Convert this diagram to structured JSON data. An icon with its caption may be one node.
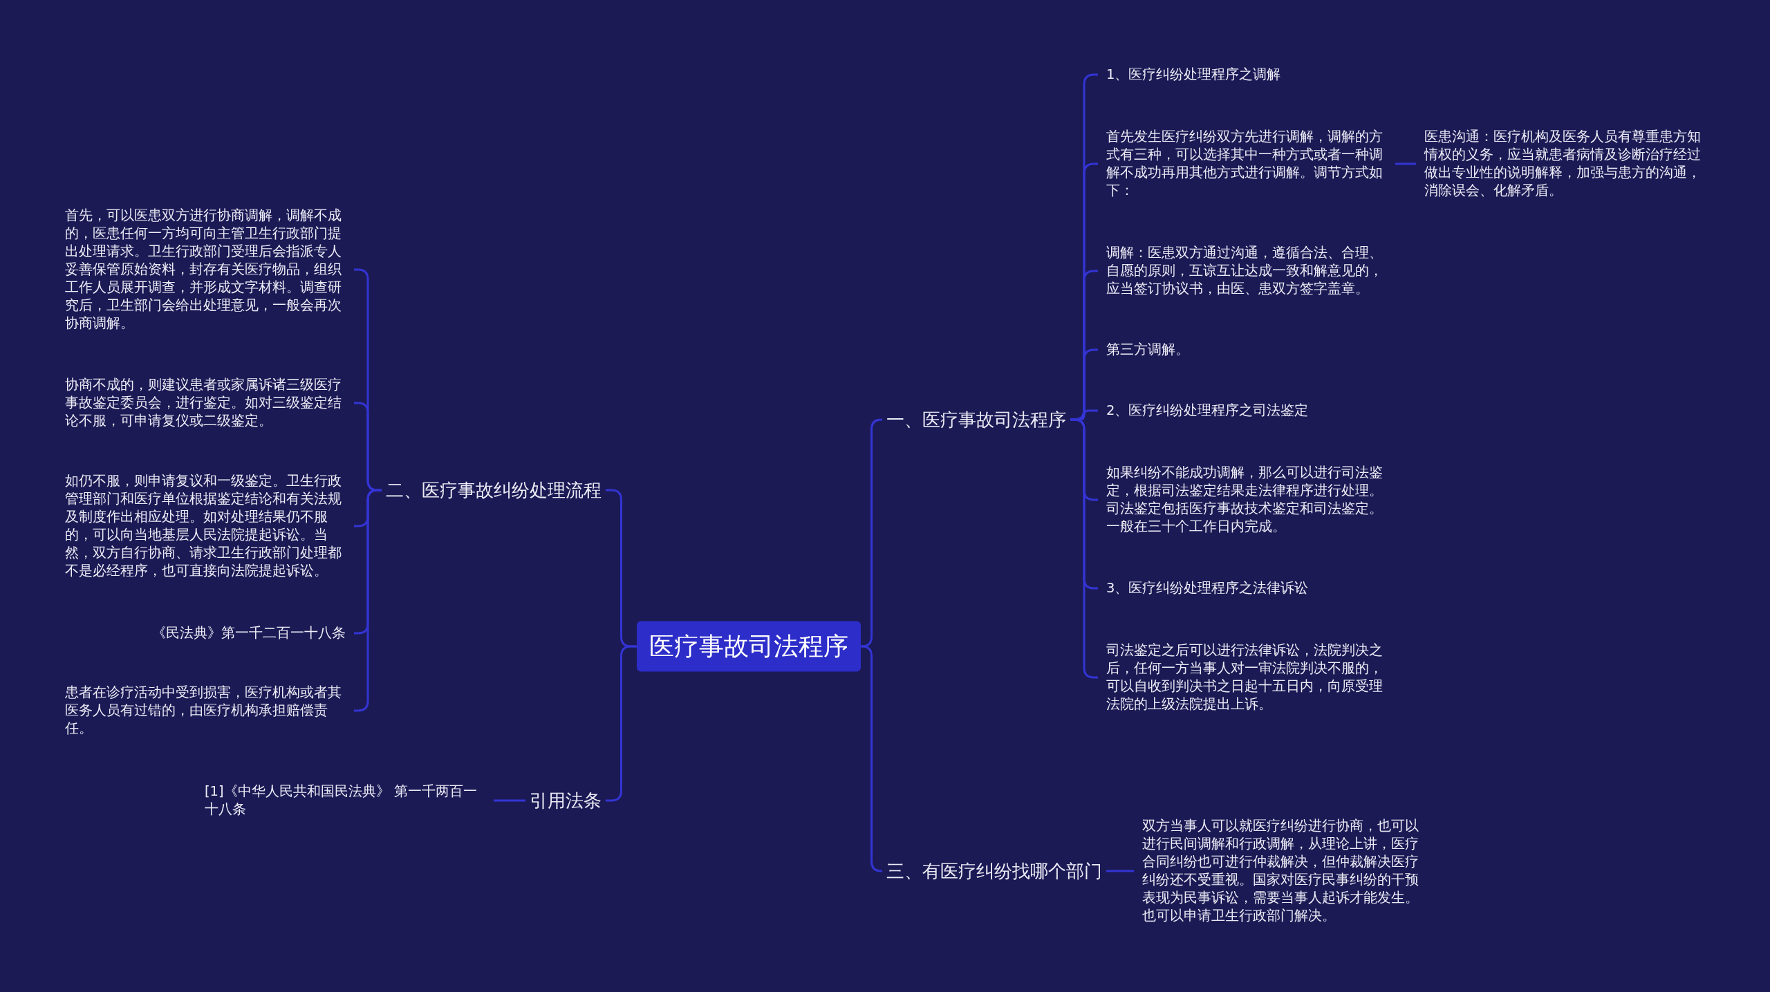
{
  "diagram": {
    "nodes": [
      {
        "text": [
          "医疗事故司法程序"
        ]
      },
      {
        "text": [
          "一、医疗事故司法程序"
        ]
      },
      {
        "text": [
          "1、医疗纠纷处理程序之调解"
        ]
      },
      {
        "text": [
          "首先发生医疗纠纷双方先进行调解，调解的方式有三种，可以选择其中一种方式或者一种调解不成功再用其他方式进行调解。调节方式如下："
        ]
      },
      {
        "text": [
          "调解：医患双方通过沟通，遵循合法、合理、自愿的原则，互谅互让达成一致和解意见的，应当签订协议书，由医、患双方签字盖章。"
        ]
      },
      {
        "text": [
          "第三方调解。"
        ]
      },
      {
        "text": [
          "2、医疗纠纷处理程序之司法鉴定"
        ]
      },
      {
        "text": [
          "如果纠纷不能成功调解，那么可以进行司法鉴定，根据司法鉴定结果走法律程序进行处理。司法鉴定包括医疗事故技术鉴定和司法鉴定。一般在三十个工作日内完成。"
        ]
      },
      {
        "text": [
          "3、医疗纠纷处理程序之法律诉讼"
        ]
      },
      {
        "text": [
          "司法鉴定之后可以进行法律诉讼，法院判决之后，任何一方当事人对一审法院判决不服的，可以自收到判决书之日起十五日内，向原受理法院的上级法院提出上诉。"
        ]
      },
      {
        "text": [
          "医患沟通：医疗机构及医务人员有尊重患方知情权的义务，应当就患者病情及诊断治疗经过做出专业性的说明解释，加强与患方的沟通，消除误会、化解矛盾。"
        ]
      },
      {
        "text": [
          "二、医疗事故纠纷处理流程"
        ]
      },
      {
        "text": [
          "首先，可以医患双方进行协商调解，调解不成的，医患任何一方均可向主管卫生行政部门提出处理请求。卫生行政部门受理后会指派专人妥善保管原始资料，封存有关医疗物品，组织工作人员展开调查，并形成文字材料。调查研究后，卫生部门会给出处理意见，一般会再次协商调解。"
        ]
      },
      {
        "text": [
          "协商不成的，则建议患者或家属诉诸三级医疗事故鉴定委员会，进行鉴定。如对三级鉴定结论不服，可申请复仪或二级鉴定。"
        ]
      },
      {
        "text": [
          "如仍不服，则申请复议和一级鉴定。卫生行政管理部门和医疗单位根据鉴定结论和有关法规及制度作出相应处理。如对处理结果仍不服的，可以向当地基层人民法院提起诉讼。当然，双方自行协商、请求卫生行政部门处理都不是必经程序，也可直接向法院提起诉讼。"
        ]
      },
      {
        "text": [
          "《民法典》第一千二百一十八条"
        ]
      },
      {
        "text": [
          "患者在诊疗活动中受到损害，医疗机构或者其医务人员有过错的，由医疗机构承担赔偿责任。"
        ]
      },
      {
        "text": [
          "引用法条"
        ]
      },
      {
        "text": [
          "[1]《中华人民共和国民法典》 第一千两百一十八条"
        ]
      },
      {
        "text": [
          "三、有医疗纠纷找哪个部门"
        ]
      },
      {
        "text": [
          "双方当事人可以就医疗纠纷进行协商，也可以进行民间调解和行政调解，从理论上讲，医疗合同纠纷也可进行仲裁解决，但仲裁解决医疗纠纷还不受重视。国家对医疗民事纠纷的干预表现为民事诉讼，需要当事人起诉才能发生。也可以申请卫生行政部门解决。"
        ]
      }
    ],
    "edges": [
      {
        "from": 0,
        "to": 1,
        "arrow": "none"
      },
      {
        "from": 1,
        "to": 2,
        "arrow": "none"
      },
      {
        "from": 1,
        "to": 3,
        "arrow": "none"
      },
      {
        "from": 1,
        "to": 4,
        "arrow": "none"
      },
      {
        "from": 1,
        "to": 5,
        "arrow": "none"
      },
      {
        "from": 1,
        "to": 6,
        "arrow": "none"
      },
      {
        "from": 1,
        "to": 7,
        "arrow": "none"
      },
      {
        "from": 1,
        "to": 8,
        "arrow": "none"
      },
      {
        "from": 1,
        "to": 9,
        "arrow": "none"
      },
      {
        "from": 3,
        "to": 10,
        "arrow": "none"
      },
      {
        "from": 0,
        "to": 11,
        "arrow": "none"
      },
      {
        "from": 11,
        "to": 12,
        "arrow": "none"
      },
      {
        "from": 11,
        "to": 13,
        "arrow": "none"
      },
      {
        "from": 11,
        "to": 14,
        "arrow": "none"
      },
      {
        "from": 11,
        "to": 15,
        "arrow": "none"
      },
      {
        "from": 11,
        "to": 16,
        "arrow": "none"
      },
      {
        "from": 0,
        "to": 17,
        "arrow": "none"
      },
      {
        "from": 17,
        "to": 18,
        "arrow": "none"
      },
      {
        "from": 0,
        "to": 19,
        "arrow": "none"
      },
      {
        "from": 19,
        "to": 20,
        "arrow": "none"
      }
    ]
  }
}
